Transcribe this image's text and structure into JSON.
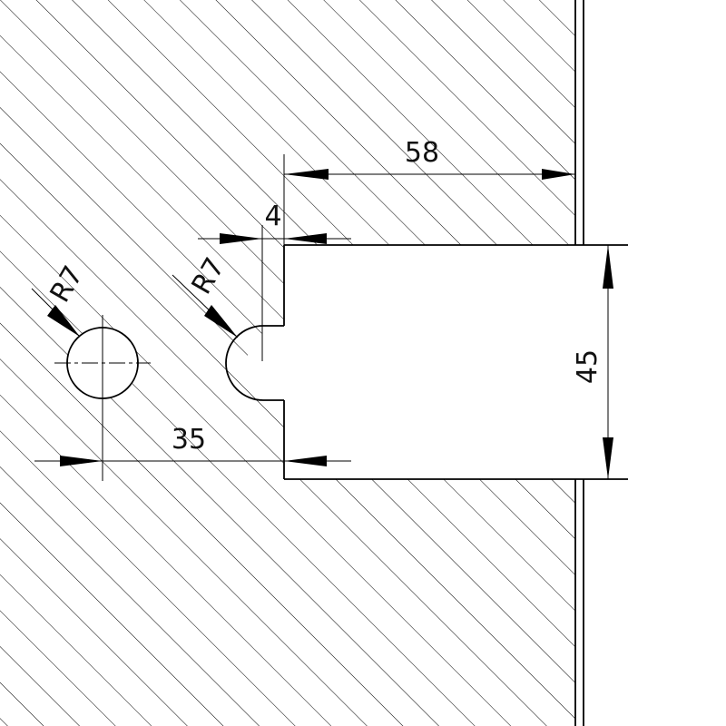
{
  "drawing": {
    "dimensions": {
      "width_58": "58",
      "offset_4": "4",
      "radius_left": "R7",
      "radius_notch": "R7",
      "distance_35": "35",
      "height_45": "45"
    },
    "colors": {
      "line": "#000000",
      "hatch": "#000000",
      "background": "#ffffff"
    }
  }
}
